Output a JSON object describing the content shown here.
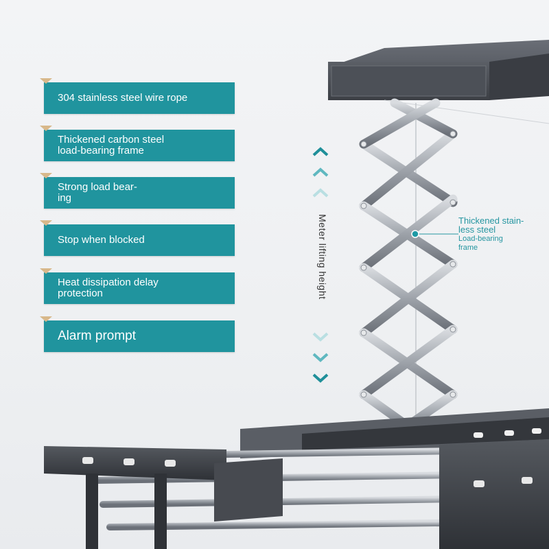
{
  "features": [
    {
      "text": "304 stainless steel wire rope",
      "icon": "corner-triangle-icon"
    },
    {
      "text": "Thickened carbon steel\nload-bearing frame",
      "icon": "corner-triangle-icon"
    },
    {
      "text": "Strong load bear-\ning",
      "icon": "corner-triangle-icon"
    },
    {
      "text": "Stop when blocked",
      "icon": "corner-triangle-icon"
    },
    {
      "text": "Heat dissipation delay\nprotection",
      "icon": "corner-triangle-icon"
    },
    {
      "text": "Alarm prompt",
      "icon": "corner-triangle-icon"
    }
  ],
  "lifting": {
    "label": "Meter lifting height",
    "up_icon": "chevron-up-icon",
    "down_icon": "chevron-down-icon"
  },
  "callout": {
    "title_line1": "Thickened stain-",
    "title_line2": "less steel",
    "sub_line1": "Load-bearing",
    "sub_line2": "frame"
  },
  "colors": {
    "accent": "#20949e",
    "callout_text": "#2696a1",
    "frame_dark": "#3a3d44",
    "steel": "#b8bcc2"
  }
}
